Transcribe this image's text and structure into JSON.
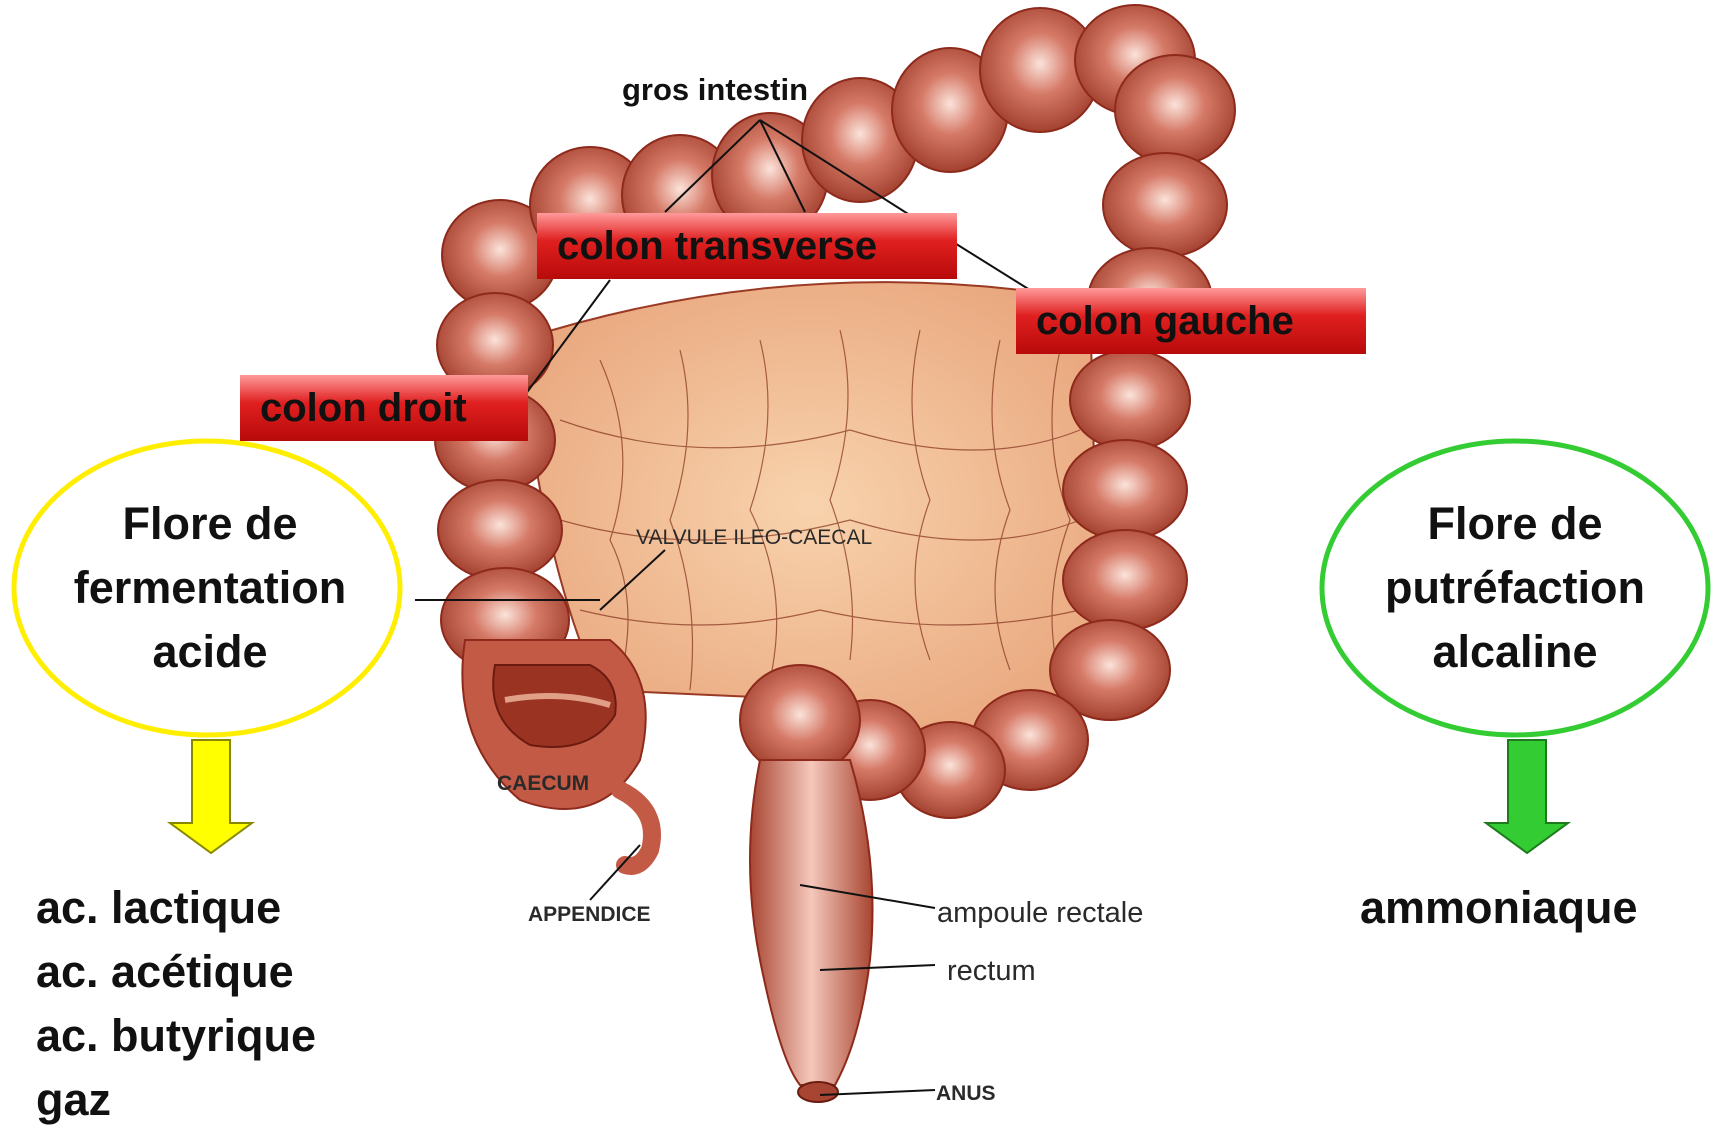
{
  "labels": {
    "gros_intestin": "gros intestin",
    "colon_transverse": "colon transverse",
    "colon_gauche": "colon gauche",
    "colon_droit": "colon droit",
    "valvule": "VALVULE ILEO-CAECAL",
    "caecum": "CAECUM",
    "appendice": "APPENDICE",
    "ampoule_rectale": "ampoule rectale",
    "rectum": "rectum",
    "anus": "ANUS"
  },
  "left_flora": {
    "lines": [
      "Flore de",
      "fermentation",
      "acide"
    ],
    "border_color": "#ffee00",
    "arrow_color": "#ffff00",
    "products": [
      "ac. lactique",
      "ac. acétique",
      "ac. butyrique",
      "gaz"
    ]
  },
  "right_flora": {
    "lines": [
      "Flore de",
      "putréfaction",
      "alcaline"
    ],
    "border_color": "#33cc33",
    "arrow_color": "#33cc33",
    "products": [
      "ammoniaque"
    ]
  },
  "colors": {
    "label_bg": "#cc1111",
    "intestine": "#c8604f",
    "intestine_dark": "#8e2a1c",
    "intestine_light": "#f6c6b8",
    "mesentery": "#f3c39c"
  }
}
